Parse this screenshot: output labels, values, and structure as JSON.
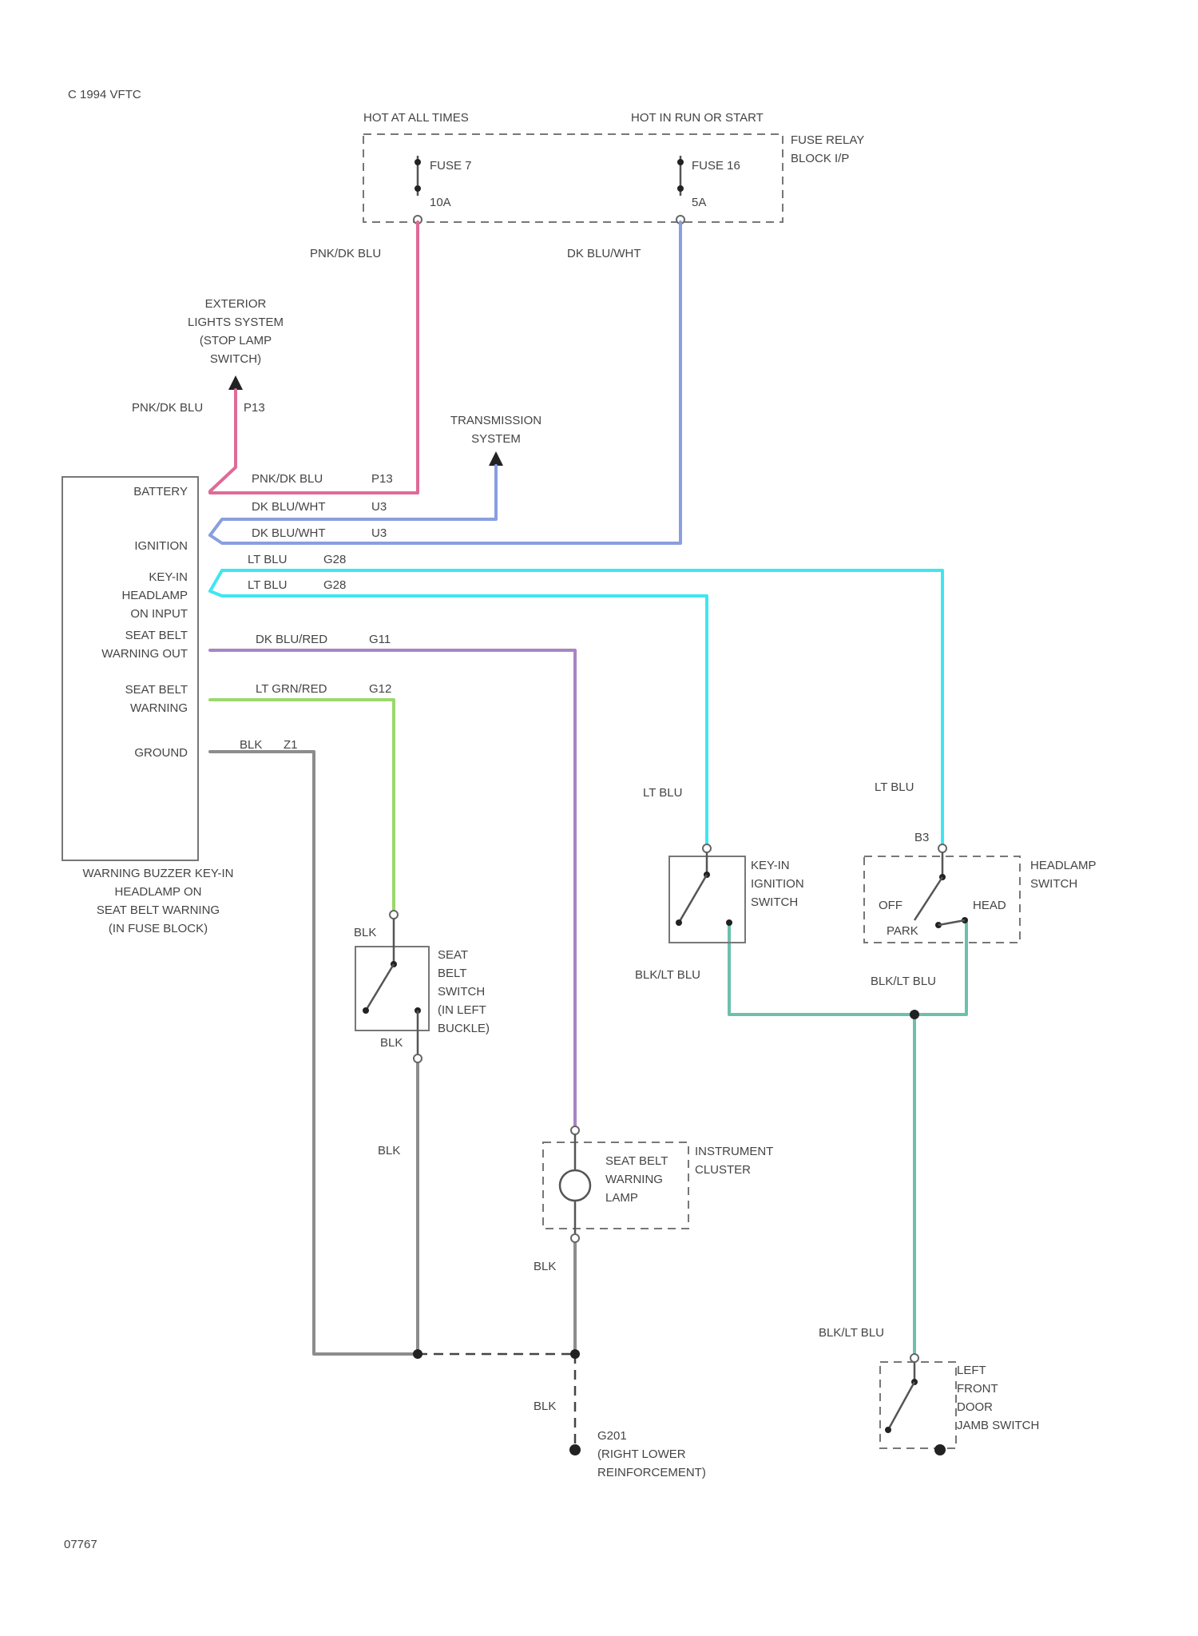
{
  "copyright": "C 1994 VFTC",
  "figure_id": "07767",
  "fuse_block": {
    "hot_all_times": "HOT AT ALL TIMES",
    "hot_run_start": "HOT IN RUN OR START",
    "name_line1": "FUSE RELAY",
    "name_line2": "BLOCK I/P",
    "fuse7_name": "FUSE 7",
    "fuse7_rating": "10A",
    "fuse16_name": "FUSE 16",
    "fuse16_rating": "5A"
  },
  "exterior_lights": [
    "EXTERIOR",
    "LIGHTS SYSTEM",
    "(STOP LAMP",
    "SWITCH)"
  ],
  "transmission": [
    "TRANSMISSION",
    "SYSTEM"
  ],
  "module": {
    "pins": {
      "battery": "BATTERY",
      "ignition": "IGNITION",
      "keyin_1": "KEY-IN",
      "keyin_2": "HEADLAMP",
      "keyin_3": "ON INPUT",
      "sbout_1": "SEAT BELT",
      "sbout_2": "WARNING OUT",
      "sbw_1": "SEAT BELT",
      "sbw_2": "WARNING",
      "ground": "GROUND"
    },
    "caption": [
      "WARNING BUZZER KEY-IN",
      "HEADLAMP ON",
      "SEAT BELT WARNING",
      "(IN FUSE BLOCK)"
    ]
  },
  "wire_labels": {
    "pk_blu_top": "PNK/DK BLU",
    "dkblu_wht_top": "DK BLU/WHT",
    "pk_blu_left": "PNK/DK BLU",
    "p13": "P13",
    "pk_blu_mod": "PNK/DK BLU",
    "p13b": "P13",
    "dkblu_1": "DK BLU/WHT",
    "u3a": "U3",
    "dkblu_2": "DK BLU/WHT",
    "u3b": "U3",
    "ltblu_1": "LT BLU",
    "g28a": "G28",
    "ltblu_2": "LT BLU",
    "g28b": "G28",
    "dkblu_red": "DK BLU/RED",
    "g11": "G11",
    "ltgrn_red": "LT GRN/RED",
    "g12": "G12",
    "blk_mod": "BLK",
    "z1": "Z1",
    "blk_sb_top": "BLK",
    "blk_sb_bot": "BLK",
    "blk_mid": "BLK",
    "blk_lamp": "BLK",
    "blk_gnd": "BLK",
    "ltblu_ign": "LT BLU",
    "ltblu_head": "LT BLU",
    "blk_ltblu_1": "BLK/LT BLU",
    "blk_ltblu_2": "BLK/LT BLU",
    "blk_ltblu_3": "BLK/LT BLU"
  },
  "seat_belt_switch": [
    "SEAT",
    "BELT",
    "SWITCH",
    "(IN LEFT",
    "BUCKLE)"
  ],
  "ignition_switch": [
    "KEY-IN",
    "IGNITION",
    "SWITCH"
  ],
  "headlamp_switch": {
    "name": [
      "HEADLAMP",
      "SWITCH"
    ],
    "off": "OFF",
    "park": "PARK",
    "head": "HEAD",
    "pin_top": "B3"
  },
  "lamp": [
    "SEAT BELT",
    "WARNING",
    "LAMP"
  ],
  "cluster": [
    "INSTRUMENT",
    "CLUSTER"
  ],
  "ground": [
    "G201",
    "(RIGHT LOWER",
    "REINFORCEMENT)"
  ],
  "door_switch": [
    "LEFT",
    "FRONT",
    "DOOR",
    "JAMB SWITCH"
  ],
  "colors": {
    "pink": "#e06a96",
    "dkblue": "#8a9ee0",
    "ltblue": "#3ee6f0",
    "purple": "#a884c4",
    "green": "#9bd86c",
    "gray": "#8c8c8c",
    "teal": "#6cc0ac"
  }
}
